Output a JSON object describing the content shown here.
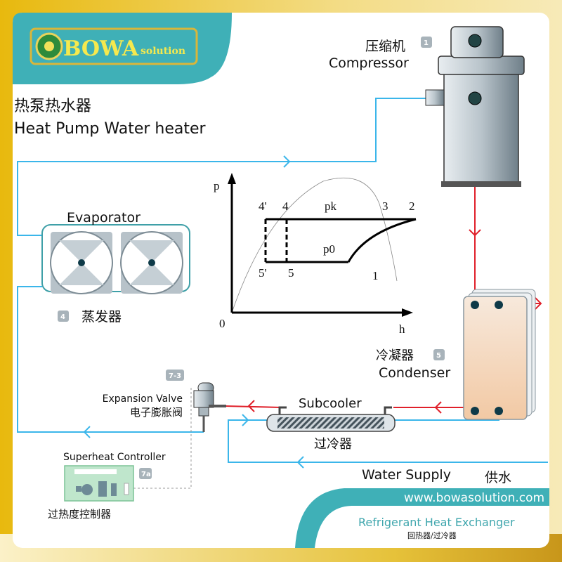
{
  "brand": {
    "logo_main": "BOWA",
    "logo_sub": "solution",
    "url": "www.bowasolution.com"
  },
  "title": {
    "cn": "热泵热水器",
    "en": "Heat Pump Water heater"
  },
  "compressor": {
    "cn": "压缩机",
    "en": "Compressor",
    "badge": "1"
  },
  "evaporator": {
    "en": "Evaporator",
    "cn": "蒸发器",
    "badge": "4"
  },
  "condenser": {
    "cn": "冷凝器",
    "en": "Condenser",
    "badge": "5"
  },
  "subcooler": {
    "en": "Subcooler",
    "cn": "过冷器"
  },
  "expansion_valve": {
    "en": "Expansion Valve",
    "cn": "电子膨胀阀",
    "badge": "7-3"
  },
  "superheat_controller": {
    "en": "Superheat Controller",
    "cn": "过热度控制器",
    "badge": "7a"
  },
  "water_supply": {
    "en": "Water Supply",
    "cn": "供水"
  },
  "ph_diagram": {
    "y_axis": "p",
    "x_axis": "h",
    "origin": "0",
    "pk": "pk",
    "p0": "p0",
    "points": {
      "p4p": "4'",
      "p4": "4",
      "p3": "3",
      "p2": "2",
      "p5p": "5'",
      "p5": "5",
      "p1": "1"
    }
  },
  "footer": {
    "title": "Refrigerant Heat Exchanger",
    "subtitle": "回热器/过冷器"
  },
  "colors": {
    "gold": "#e8c21a",
    "teal": "#3fb0b7",
    "pipe_blue": "#3bb6ea",
    "pipe_red": "#e0202a"
  }
}
